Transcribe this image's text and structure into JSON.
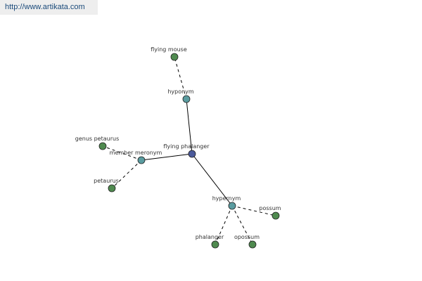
{
  "header": {
    "url": "http://www.artikata.com"
  },
  "colors": {
    "root": "#4b5a9b",
    "relation": "#5a9ca0",
    "leaf": "#4f8a4f",
    "edge": "#000000"
  },
  "graph": {
    "root": "flying phalanger",
    "relations": [
      {
        "label": "hyponym",
        "terms": [
          "flying mouse"
        ]
      },
      {
        "label": "member meronym",
        "terms": [
          "genus petaurus",
          "petaurus"
        ]
      },
      {
        "label": "hypernym",
        "terms": [
          "possum",
          "phalanger",
          "opossum"
        ]
      }
    ]
  }
}
